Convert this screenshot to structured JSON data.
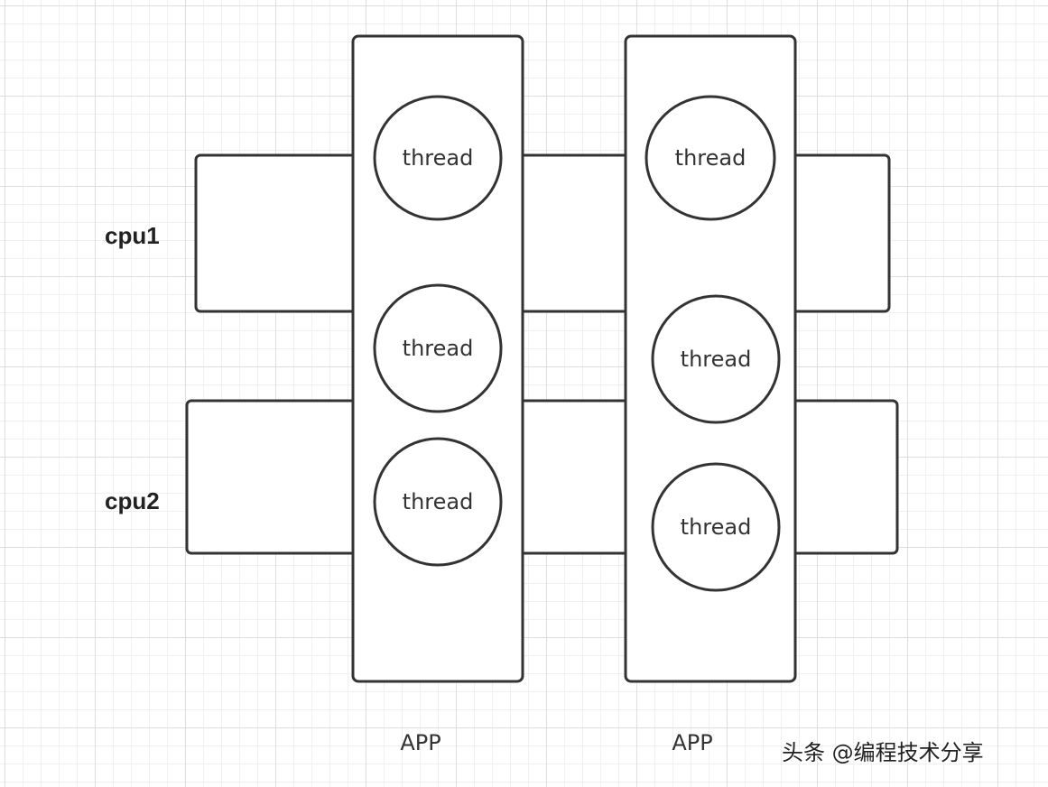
{
  "cpus": [
    {
      "label": "cpu1"
    },
    {
      "label": "cpu2"
    }
  ],
  "apps": [
    {
      "label": "APP",
      "threads": [
        "thread",
        "thread",
        "thread"
      ]
    },
    {
      "label": "APP",
      "threads": [
        "thread",
        "thread",
        "thread"
      ]
    }
  ],
  "watermark": "头条 @编程技术分享",
  "colors": {
    "stroke": "#333333",
    "fill": "#ffffff",
    "grid": "#dedede"
  }
}
